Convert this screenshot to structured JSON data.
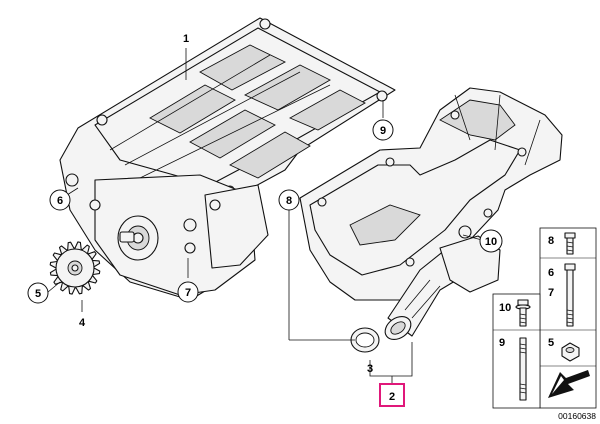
{
  "diagram": {
    "callouts": {
      "c1": "1",
      "c2": "2",
      "c3": "3",
      "c4": "4",
      "c5": "5",
      "c6": "6",
      "c7": "7",
      "c8": "8",
      "c9": "9",
      "c10": "10"
    },
    "legend": {
      "l8": "8",
      "l6": "6",
      "l7": "7",
      "l10": "10",
      "l5": "5",
      "l9": "9"
    },
    "drawing_number": "00160638",
    "highlight_color": "#e0187a"
  }
}
